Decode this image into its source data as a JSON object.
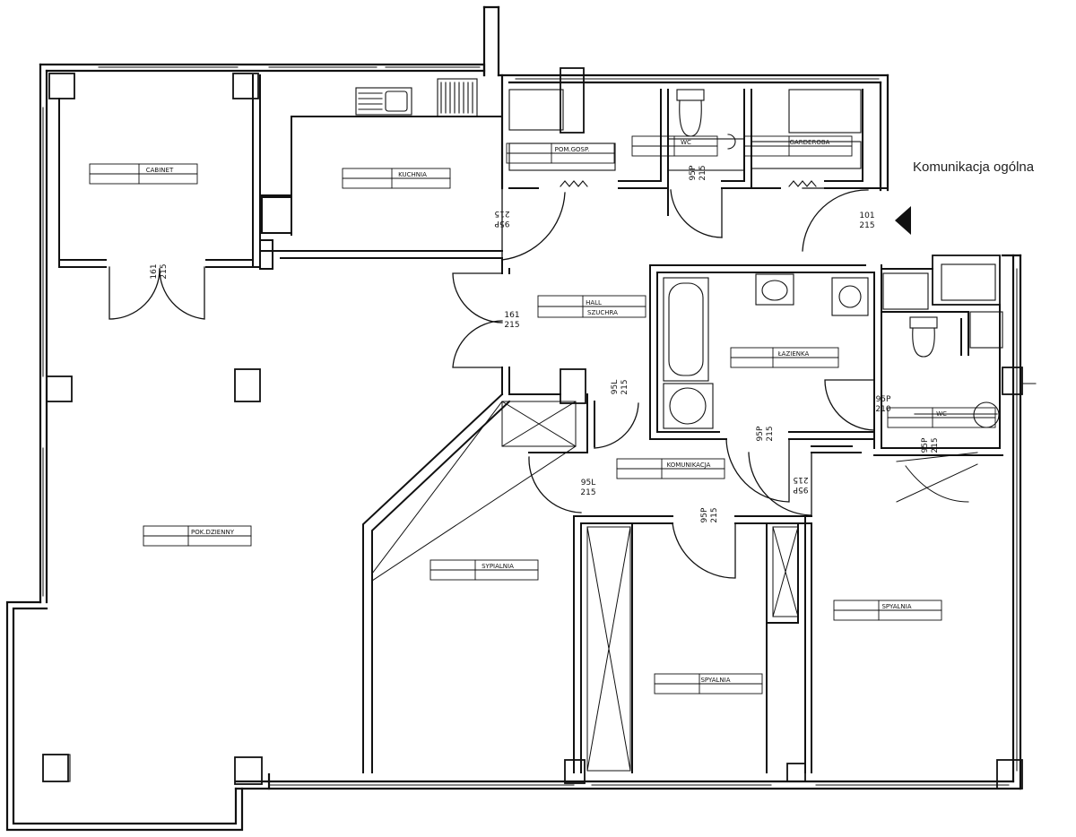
{
  "access_note": "Komunikacja ogólna",
  "rooms": [
    {
      "key": "cabinet",
      "label": "CABINET"
    },
    {
      "key": "kitchen",
      "label": "KUCHNIA"
    },
    {
      "key": "utility",
      "label": "POM.GOSP."
    },
    {
      "key": "wc1",
      "label": "WC"
    },
    {
      "key": "wardrobe",
      "label": "GARDEROBA"
    },
    {
      "key": "hall",
      "label": "HALL"
    },
    {
      "key": "hall2",
      "label": "SZUCHRA"
    },
    {
      "key": "bathroom",
      "label": "ŁAZIENKA"
    },
    {
      "key": "wc2",
      "label": "WC"
    },
    {
      "key": "corridor",
      "label": "KOMUNIKACJA"
    },
    {
      "key": "living",
      "label": "POK.DZIENNY"
    },
    {
      "key": "bed1",
      "label": "SYPIALNIA"
    },
    {
      "key": "bed2",
      "label": "SPYALNIA"
    },
    {
      "key": "bed3",
      "label": "SPYALNIA"
    }
  ],
  "doors": [
    {
      "key": "d_cabinet",
      "type": "161",
      "height": "215"
    },
    {
      "key": "d_kitchen",
      "type": "95P",
      "height": "215"
    },
    {
      "key": "d_wc1",
      "type": "95P",
      "height": "215"
    },
    {
      "key": "d_entry",
      "type": "101",
      "height": "215"
    },
    {
      "key": "d_living",
      "type": "161",
      "height": "215"
    },
    {
      "key": "d_bed1",
      "type": "95L",
      "height": "215"
    },
    {
      "key": "d_bath",
      "type": "95P",
      "height": "215"
    },
    {
      "key": "d_wc2",
      "type": "95P",
      "height": "210"
    },
    {
      "key": "d_wc2b",
      "type": "95P",
      "height": "215"
    },
    {
      "key": "d_corr_left",
      "type": "95L",
      "height": "215"
    },
    {
      "key": "d_corr_right",
      "type": "95P",
      "height": "215"
    },
    {
      "key": "d_bed2",
      "type": "95P",
      "height": "215"
    }
  ]
}
